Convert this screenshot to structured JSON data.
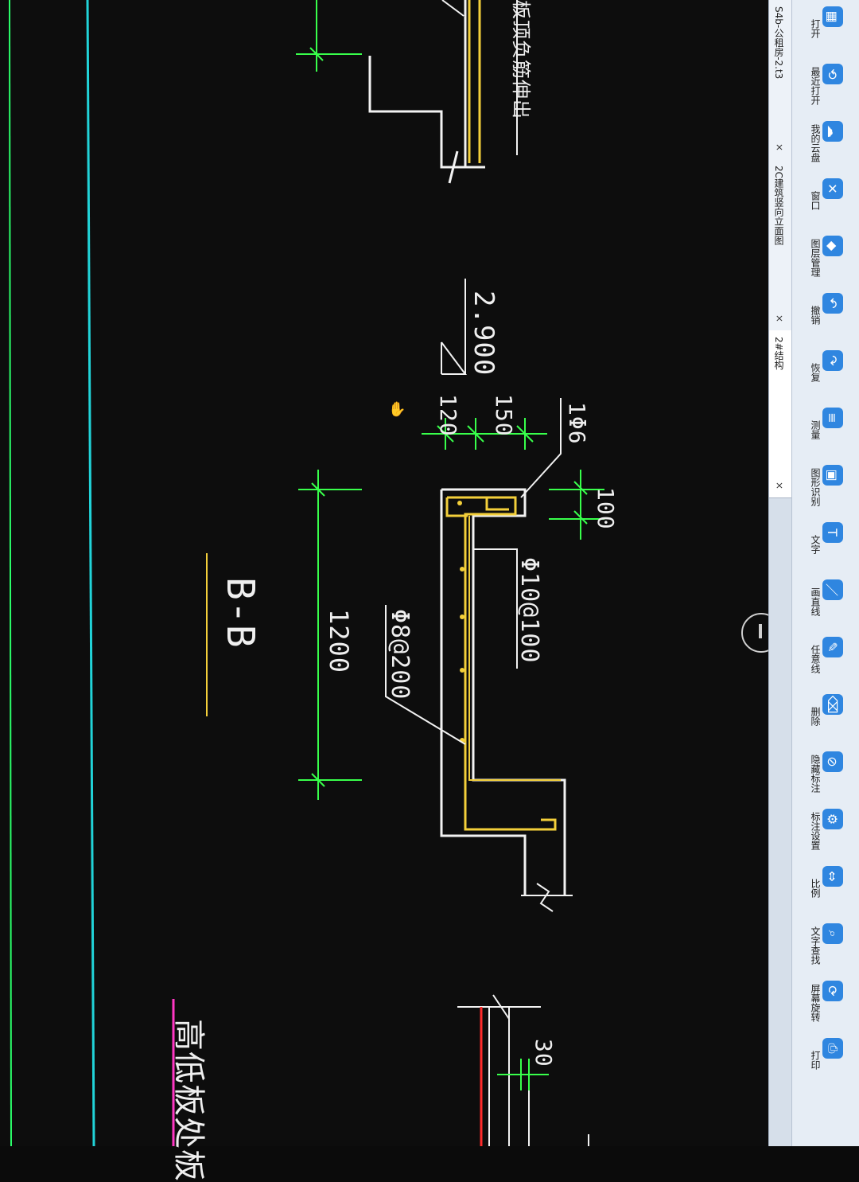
{
  "colors": {
    "background": "#0d0d0d",
    "white_line": "#f2f2f2",
    "green_dim": "#38ff4b",
    "yellow_rebar": "#f3cf3a",
    "cyan_guide": "#21d3d8",
    "magenta_line": "#ff37c4",
    "red_line": "#ff2a2a",
    "toolbar_bg": "#e6edf5",
    "toolbar_icon": "#2f86e0"
  },
  "toolbar": {
    "items": [
      {
        "label": "打开",
        "icon": "folder-icon"
      },
      {
        "label": "最近打开",
        "icon": "recent-icon"
      },
      {
        "label": "我的云盘",
        "icon": "cloud-icon"
      },
      {
        "label": "窗口",
        "icon": "window-icon"
      },
      {
        "label": "图层管理",
        "icon": "layers-icon"
      },
      {
        "label": "撤销",
        "icon": "undo-icon"
      },
      {
        "label": "恢复",
        "icon": "redo-icon"
      },
      {
        "label": "测量",
        "icon": "measure-icon"
      },
      {
        "label": "图形识别",
        "icon": "recognize-icon"
      },
      {
        "label": "文字",
        "icon": "text-icon"
      },
      {
        "label": "画直线",
        "icon": "line-icon"
      },
      {
        "label": "任意线",
        "icon": "pen-icon"
      },
      {
        "label": "删除",
        "icon": "erase-icon"
      },
      {
        "label": "隐藏标注",
        "icon": "hide-icon"
      },
      {
        "label": "标注设置",
        "icon": "settings-icon"
      },
      {
        "label": "比例",
        "icon": "scale-icon"
      },
      {
        "label": "文字查找",
        "icon": "search-icon"
      },
      {
        "label": "屏幕旋转",
        "icon": "rotate-icon"
      },
      {
        "label": "打印",
        "icon": "print-icon"
      }
    ]
  },
  "tabs": [
    {
      "title": "S4b-公租房-2.t3",
      "active": false
    },
    {
      "title": "2C建筑竖向立面图",
      "active": false
    },
    {
      "title": "2#结构",
      "active": true
    }
  ],
  "drawing": {
    "section_label": "B-B",
    "elevation": "2.900",
    "dims": {
      "d120": "120",
      "d150": "150",
      "d100": "100",
      "d1200": "1200",
      "d30": "30"
    },
    "rebar_notes": {
      "top": "1Φ6",
      "vertical": "Φ10@100",
      "horizontal": "Φ8@200"
    },
    "top_note": "板顶负筋伸出",
    "bottom_note": "高低板处板"
  }
}
